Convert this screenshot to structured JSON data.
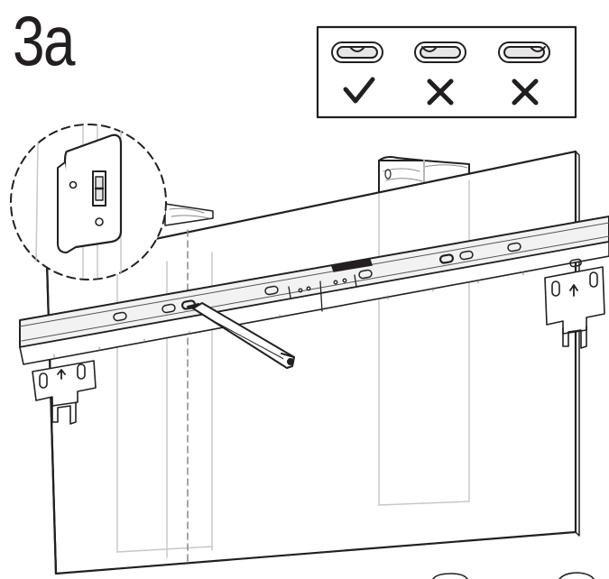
{
  "step": {
    "label": "3a"
  },
  "level_guide": {
    "options": [
      {
        "bubble": "centered",
        "result_icon": "check-icon"
      },
      {
        "bubble": "left",
        "result_icon": "cross-icon"
      },
      {
        "bubble": "right",
        "result_icon": "cross-icon"
      }
    ]
  },
  "colors": {
    "ink": "#231f20",
    "panel": "#ffffff",
    "rail_fill": "#f2f2f2",
    "stud_line": "#b8b8b8"
  },
  "icons": [
    "check-icon",
    "cross-icon",
    "pencil-icon",
    "magnifier-callout",
    "level-bubble-icon"
  ]
}
